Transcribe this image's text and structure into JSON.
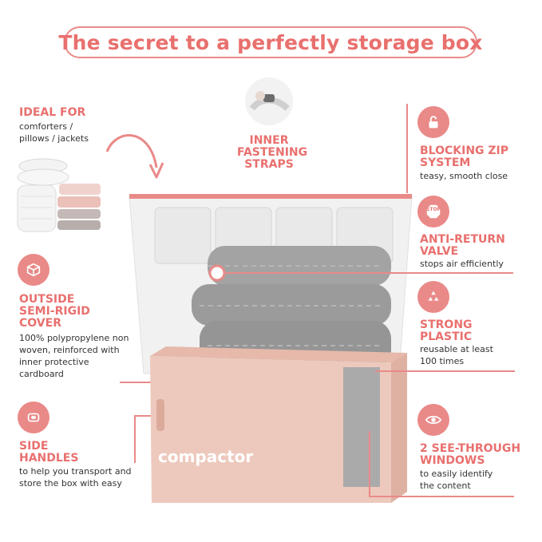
{
  "title": "The secret to a perfectly storage box",
  "left": {
    "ideal": {
      "heading": "IDEAL FOR",
      "text": [
        "comforters /",
        "pillows / jackets"
      ]
    },
    "cover": {
      "heading": [
        "OUTSIDE",
        "SEMI-RIGID",
        "COVER"
      ],
      "text": [
        "100% polypropylene non",
        "woven, reinforced with",
        "inner protective",
        "cardboard"
      ],
      "icon": "box-icon"
    },
    "handles": {
      "heading": [
        "SIDE",
        "HANDLES"
      ],
      "text": [
        "to help you transport and",
        "store the box with easy"
      ],
      "icon": "handle-icon"
    }
  },
  "center": {
    "straps": {
      "heading": [
        "INNER",
        "FASTENING",
        "STRAPS"
      ]
    },
    "brand": "compactor"
  },
  "right": {
    "zip": {
      "heading": [
        "BLOCKING ZIP",
        "SYSTEM"
      ],
      "text": [
        "teasy, smooth close"
      ],
      "icon": "lock-icon"
    },
    "valve": {
      "heading": [
        "ANTI-RETURN",
        "VALVE"
      ],
      "text": [
        "stops air efficiently"
      ],
      "icon": "stop-icon",
      "badge": "STOP"
    },
    "plastic": {
      "heading": [
        "STRONG",
        "PLASTIC"
      ],
      "text": [
        "reusable at least",
        "100 times"
      ],
      "icon": "recycle-icon"
    },
    "windows": {
      "heading": [
        "2 SEE-THROUGH",
        "WINDOWS"
      ],
      "text": [
        "to easily identify",
        "the content"
      ],
      "icon": "eye-icon"
    }
  },
  "colors": {
    "accent": "#e8706e",
    "box": "#edc9bd",
    "clothes": "#9d9d9d"
  }
}
